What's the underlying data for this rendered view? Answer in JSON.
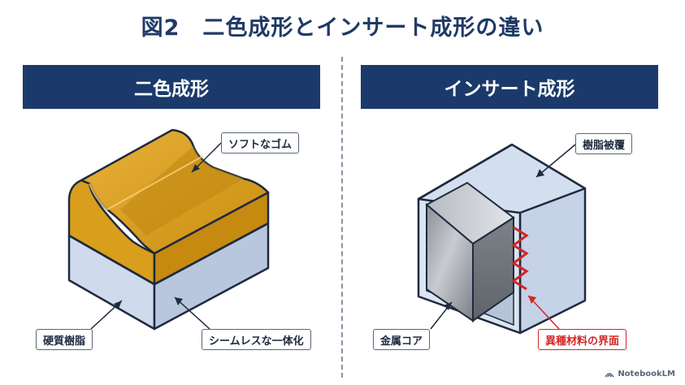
{
  "title": "図2　二色成形とインサート成形の違い",
  "panels": {
    "left": {
      "header": "二色成形",
      "labels": {
        "soft_rubber": "ソフトなゴム",
        "hard_resin": "硬質樹脂",
        "seamless": "シームレスな一体化"
      }
    },
    "right": {
      "header": "インサート成形",
      "labels": {
        "resin_coating": "樹脂被覆",
        "metal_core": "金属コア",
        "interface": "異種材料の界面"
      }
    }
  },
  "colors": {
    "header_bg": "#1b3a6b",
    "title": "#1f3a66",
    "rubber": "#d9a01a",
    "resin": "#c9d6ea",
    "metal": "#9a9fa6",
    "interface_accent": "#d42525"
  },
  "watermark": "NotebookLM"
}
